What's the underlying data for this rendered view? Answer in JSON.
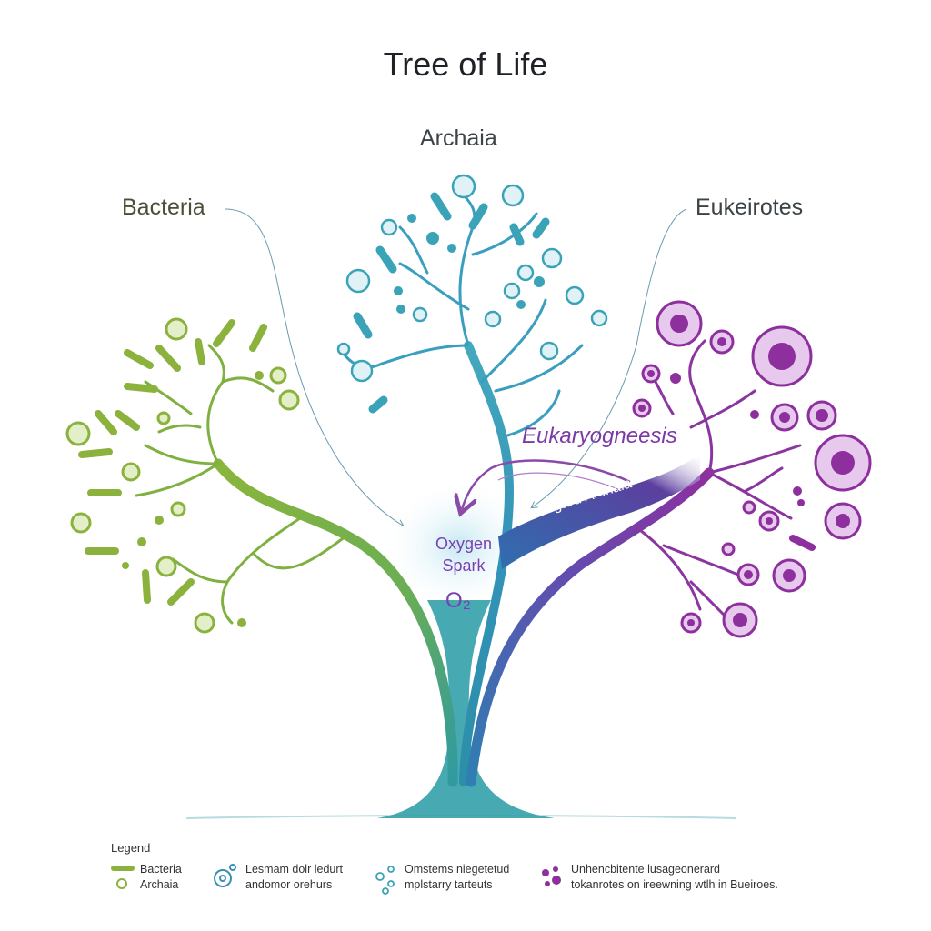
{
  "title": "Tree of Life",
  "clades": {
    "bacteria": "Bacteria",
    "archaea": "Archaia",
    "eukaryotes": "Eukeirotes"
  },
  "annotations": {
    "eukaryogenesis": "Eukaryogneesis",
    "asgard": "Asgard Archaia",
    "oxygen_line1": "Oxygen",
    "oxygen_line2": "Spark",
    "o2": "O₂"
  },
  "colors": {
    "bacteria": "#8ab23c",
    "archaea": "#3aa3b8",
    "eukaryotes": "#8e2f9e",
    "trunk_blue": "#2e6fb0",
    "oxygen_text": "#7a3fb0"
  },
  "legend": {
    "heading": "Legend",
    "items": [
      {
        "line1": "Bacteria",
        "line2": "Archaia",
        "icon": "bar-and-circle-icon"
      },
      {
        "line1": "Lesmam dolr ledurt",
        "line2": "andomor orehurs",
        "icon": "cell-icon"
      },
      {
        "line1": "Omstems niegetetud",
        "line2": "mplstarry tarteuts",
        "icon": "cluster-icon"
      },
      {
        "line1": "Unhencbitente lusageonerard",
        "line2": "tokanrotes on ireewning wtlh in Bueiroes.",
        "icon": "dots-icon"
      }
    ]
  }
}
